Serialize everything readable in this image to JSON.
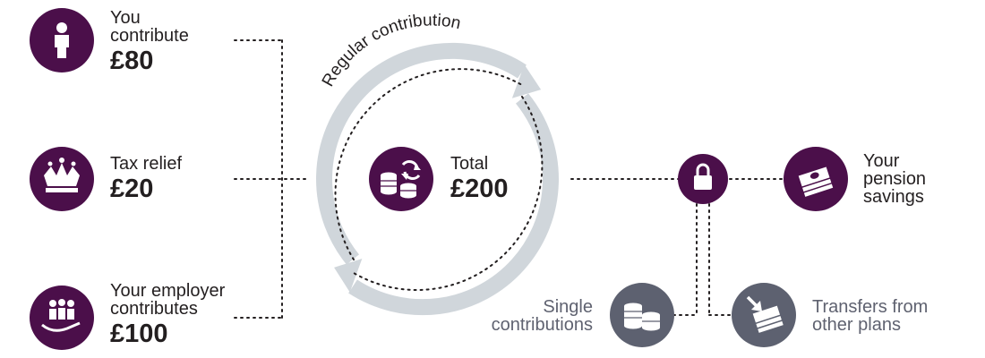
{
  "sources": [
    {
      "label_lines": [
        "You",
        "contribute"
      ],
      "amount": "£80",
      "icon": "person-icon"
    },
    {
      "label_lines": [
        "Tax relief"
      ],
      "amount": "£20",
      "icon": "crown-icon"
    },
    {
      "label_lines": [
        "Your employer",
        "contributes"
      ],
      "amount": "£100",
      "icon": "employer-group-hand-icon"
    }
  ],
  "cycle": {
    "label": "Regular contribution"
  },
  "total": {
    "label": "Total",
    "amount": "£200",
    "icon": "coins-refresh-icon"
  },
  "lock": {
    "icon": "lock-icon"
  },
  "savings": {
    "label_lines": [
      "Your",
      "pension",
      "savings"
    ],
    "icon": "banknotes-icon"
  },
  "single": {
    "label_lines": [
      "Single",
      "contributions"
    ],
    "icon": "coins-icon"
  },
  "transfers": {
    "label_lines": [
      "Transfers from",
      "other plans"
    ],
    "icon": "banknotes-arrow-icon"
  },
  "colors": {
    "purple": "#4b0f4a",
    "grey_circle": "#5d6170",
    "ring": "#d0d6db",
    "dots": "#231f20"
  }
}
